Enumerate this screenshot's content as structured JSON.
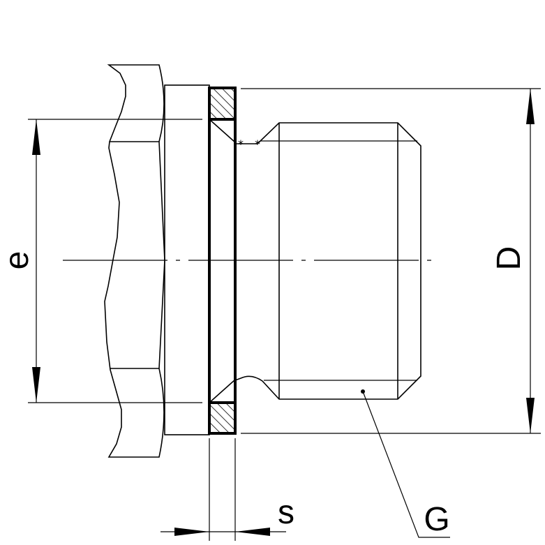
{
  "labels": {
    "e": "e",
    "D": "D",
    "s": "s",
    "G": "G"
  },
  "colors": {
    "line": "#000000",
    "background": "#ffffff"
  }
}
